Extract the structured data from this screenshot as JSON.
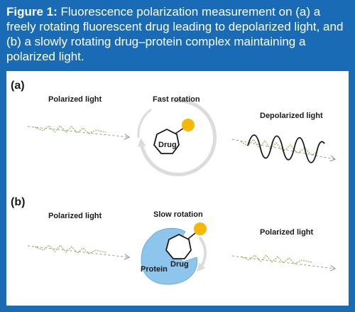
{
  "figure": {
    "caption_prefix": "Figure 1:",
    "caption_text": " Fluorescence polarization measurement on (a) a freely rotating fluorescent drug leading to depolarized light, and (b) a slowly rotating drug–protein complex maintaining a polarized light."
  },
  "panel_a": {
    "label": "(a)",
    "polarized_label": "Polarized light",
    "rotation_label": "Fast rotation",
    "drug_label": "Drug",
    "output_label": "Depolarized light"
  },
  "panel_b": {
    "label": "(b)",
    "polarized_label": "Polarized light",
    "rotation_label": "Slow rotation",
    "protein_label": "Protein",
    "drug_label": "Drug",
    "output_label": "Polarized light"
  },
  "colors": {
    "frame": "#1a6bb5",
    "wave_green": "#8db54a",
    "arrow_gray": "#9a9a9a",
    "fluorophore": "#f6b800",
    "protein": "#8ec5ec",
    "wave_black": "#1a1a1a"
  }
}
